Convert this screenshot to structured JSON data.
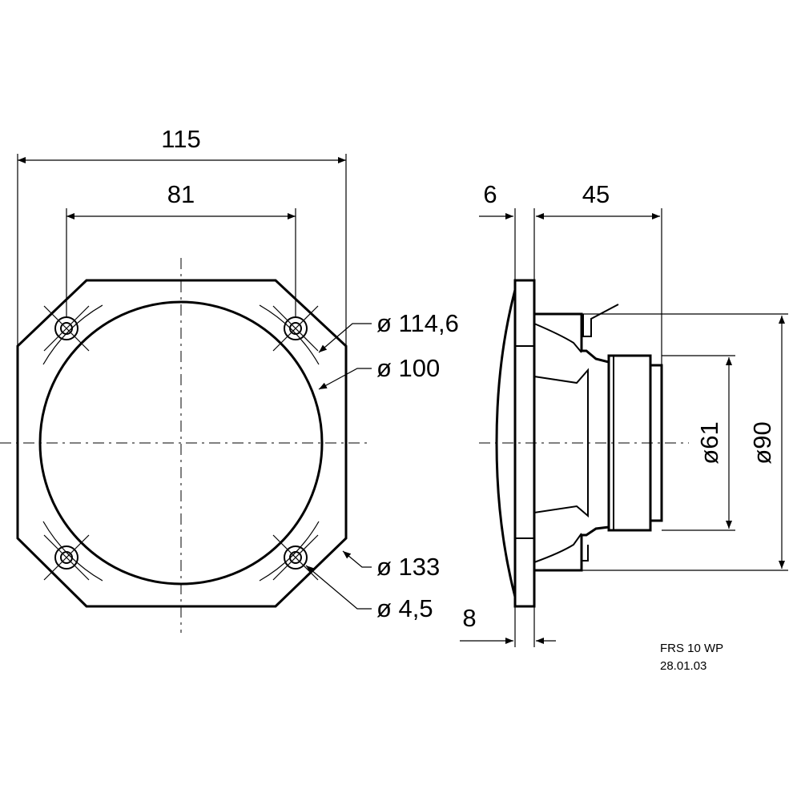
{
  "dimensions": {
    "overall_width": "115",
    "hole_spacing": "81",
    "diameter_114_6": "ø 114,6",
    "diameter_100": "ø 100",
    "diameter_133": "ø 133",
    "hole_diameter": "ø 4,5",
    "flange_depth": "6",
    "magnet_depth": "45",
    "flange_thickness": "8",
    "magnet_diameter": "ø61",
    "basket_diameter": "ø90"
  },
  "title_block": {
    "model": "FRS 10 WP",
    "date": "28.01.03"
  }
}
